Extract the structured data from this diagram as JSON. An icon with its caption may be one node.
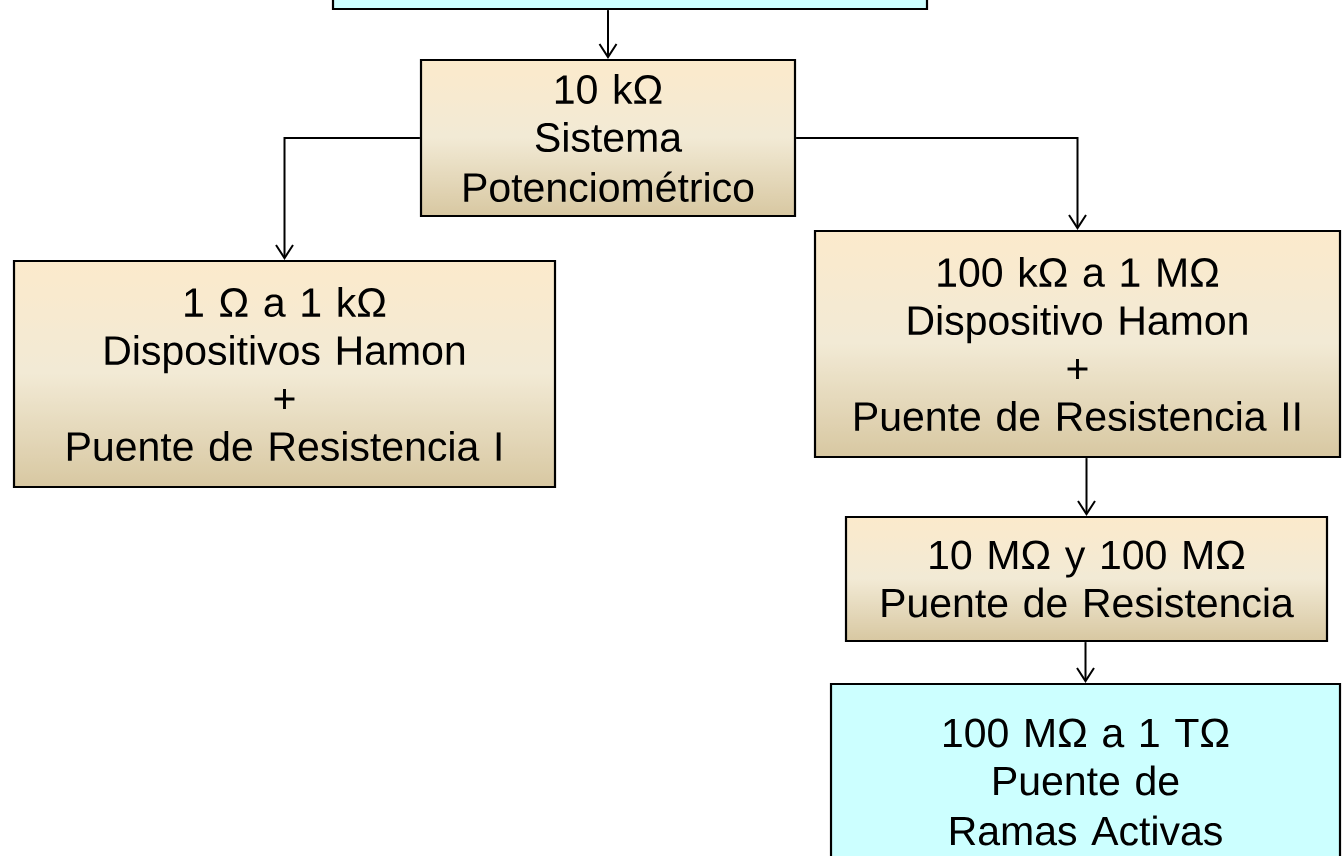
{
  "diagram": {
    "nodes": [
      {
        "text": [],
        "shape": "box"
      },
      {
        "text": [
          "10 kΩ",
          "Sistema Potenciométrico"
        ]
      },
      {
        "text": [
          "1 Ω a 1 kΩ",
          "Dispositivos Hamon",
          "+",
          "Puente de Resistencia I"
        ]
      },
      {
        "text": [
          "100 kΩ a 1 MΩ",
          "Dispositivo Hamon",
          "+",
          "Puente de Resistencia II"
        ]
      },
      {
        "text": [
          "10 MΩ y 100 MΩ",
          "Puente de Resistencia"
        ]
      },
      {
        "text": [
          "100 MΩ a 1 TΩ",
          "Puente de Ramas Activas"
        ]
      }
    ],
    "edges": [
      {
        "from": 0,
        "to": 1,
        "arrow": "to"
      },
      {
        "from": 1,
        "to": 2,
        "arrow": "to"
      },
      {
        "from": 1,
        "to": 3,
        "arrow": "to"
      },
      {
        "from": 3,
        "to": 4,
        "arrow": "to"
      },
      {
        "from": 4,
        "to": 5,
        "arrow": "to"
      }
    ]
  }
}
